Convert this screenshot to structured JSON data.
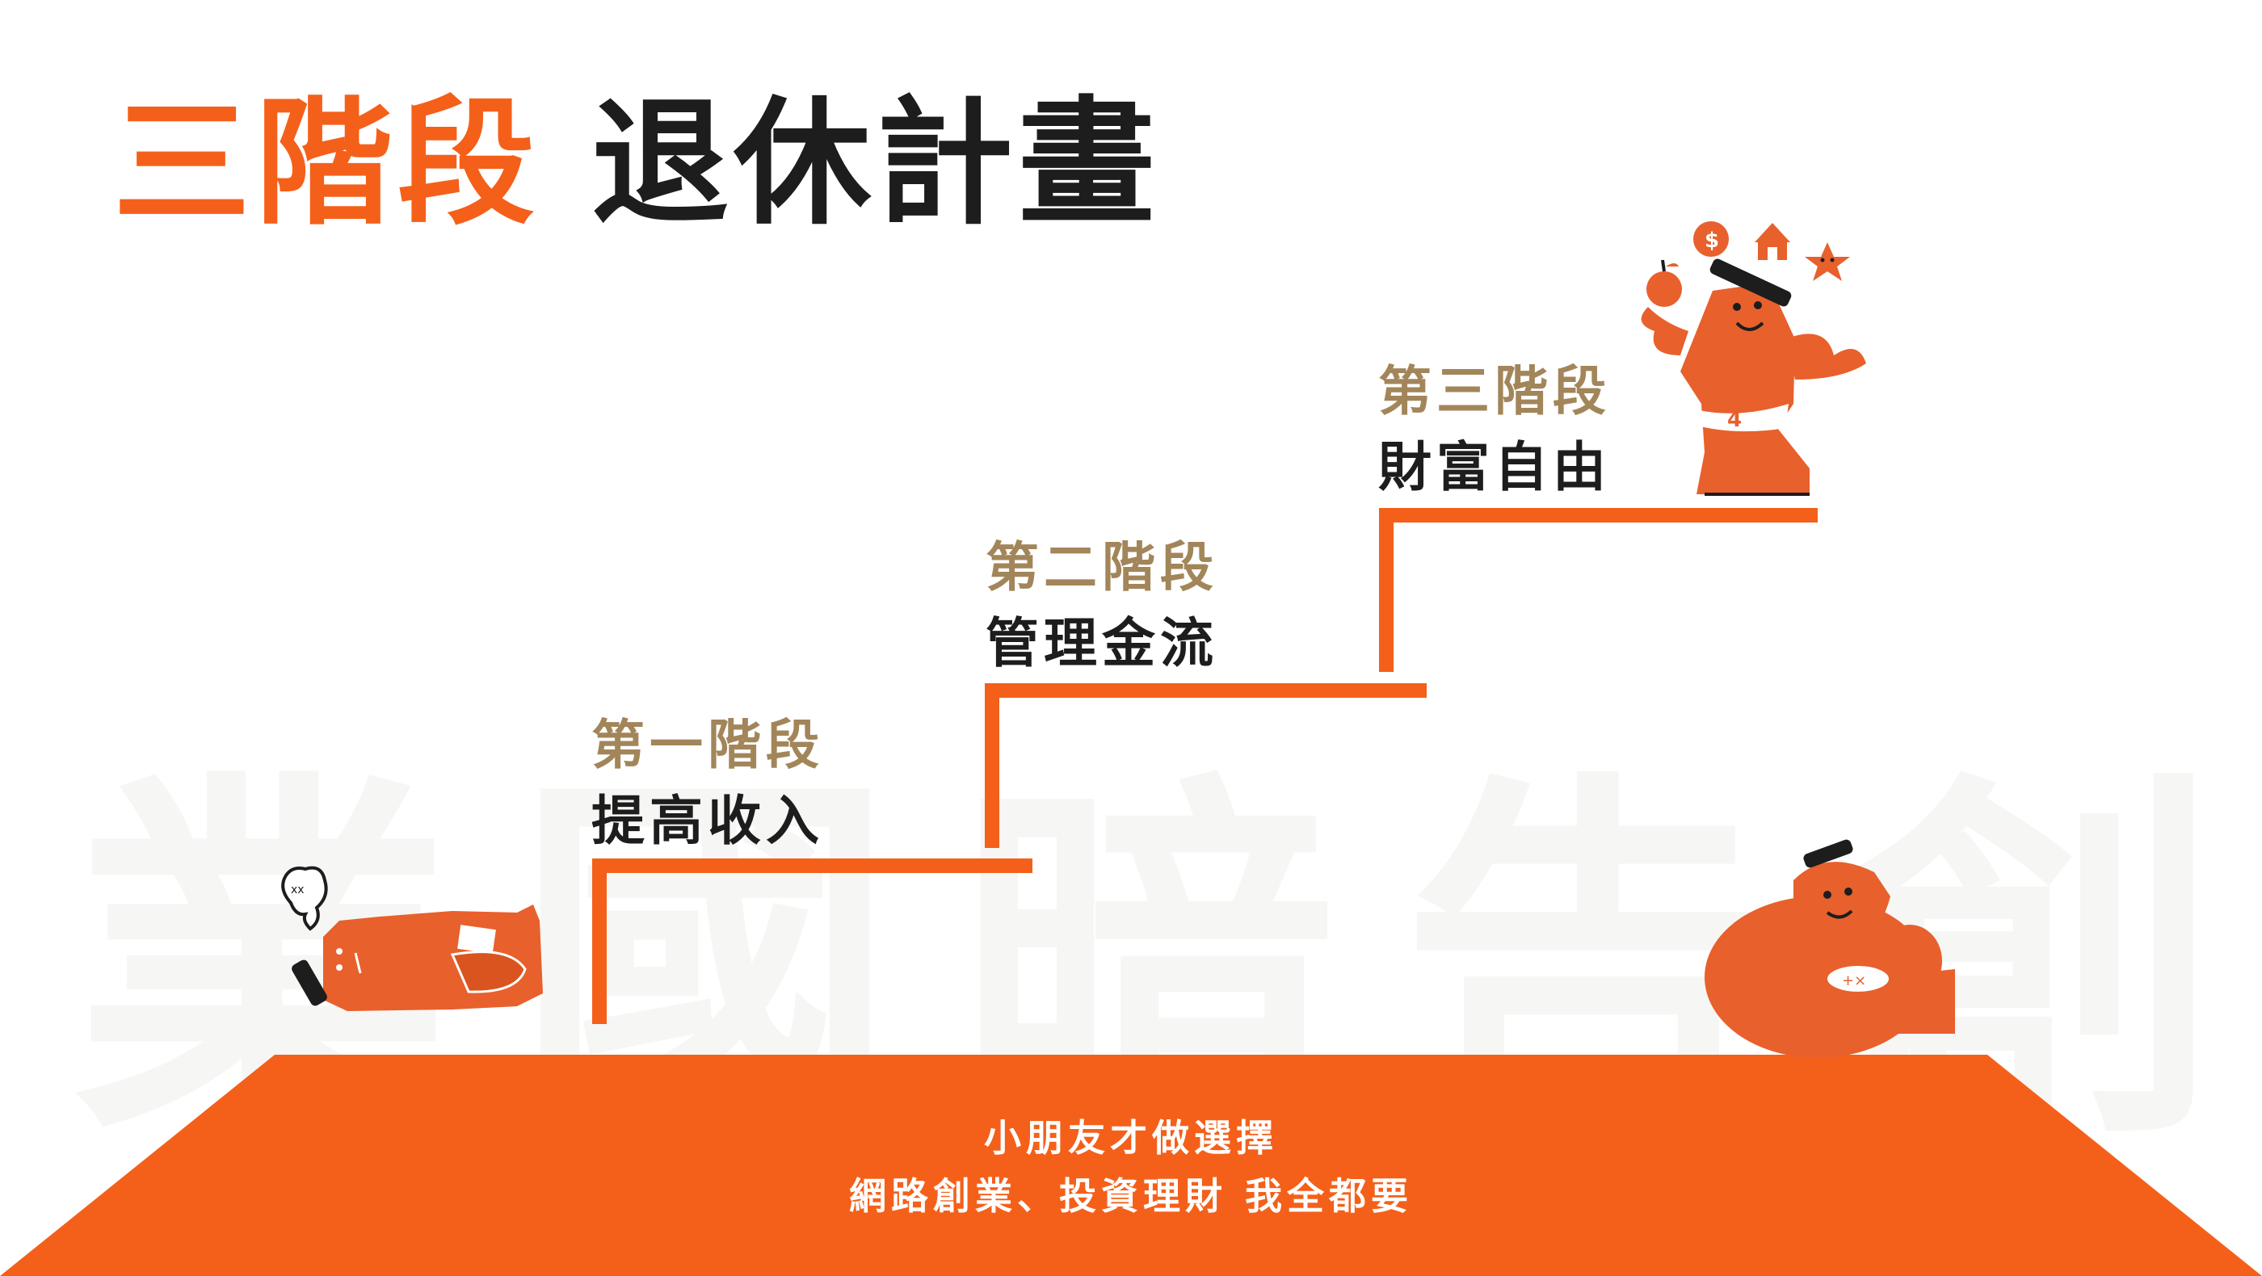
{
  "header": {
    "title_part1": "三階段",
    "title_part2": "退休計畫"
  },
  "background_text": [
    "業",
    "國",
    "暗",
    "告",
    "創"
  ],
  "stages": [
    {
      "label": "第一階段",
      "goal": "提高收入"
    },
    {
      "label": "第二階段",
      "goal": "管理金流"
    },
    {
      "label": "第三階段",
      "goal": "財富自由"
    }
  ],
  "base": {
    "line1": "小朋友才做選擇",
    "line2": "網路創業、投資理財 我全都要"
  },
  "colors": {
    "accent": "#f4601a",
    "gold": "#a2865a",
    "dark": "#1d1d1d",
    "character": "#e8602c"
  },
  "icons": [
    "ghost-icon",
    "dollar-coin-icon",
    "house-icon",
    "star-icon",
    "apple-icon"
  ]
}
